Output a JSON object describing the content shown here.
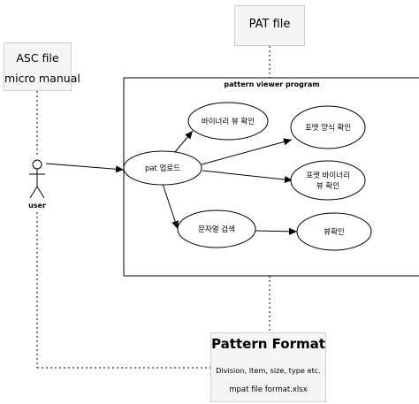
{
  "notes": {
    "pat_file": "PAT file",
    "asc_file_line1": "ASC file",
    "asc_file_line2": "micro manual"
  },
  "program": {
    "title": "pattern viewer program"
  },
  "actor": {
    "label": "user"
  },
  "use_cases": {
    "pat_upload": "pat 업로드",
    "binary_view": "바이너리 뷰 확인",
    "format_check": "포맷 양식 확인",
    "format_binary_line1": "포맷 바이너리",
    "format_binary_line2": "뷰 확인",
    "string_search": "문자열 검색",
    "view_check": "뷰확인"
  },
  "pattern_format": {
    "title": "Pattern Format",
    "fields": "Division, Item, size, type etc.",
    "file": "mpat file format.xlsx"
  },
  "colors": {
    "note_fill": "#f5f5f5",
    "note_border": "#cfcfcf",
    "stroke": "#000000"
  }
}
